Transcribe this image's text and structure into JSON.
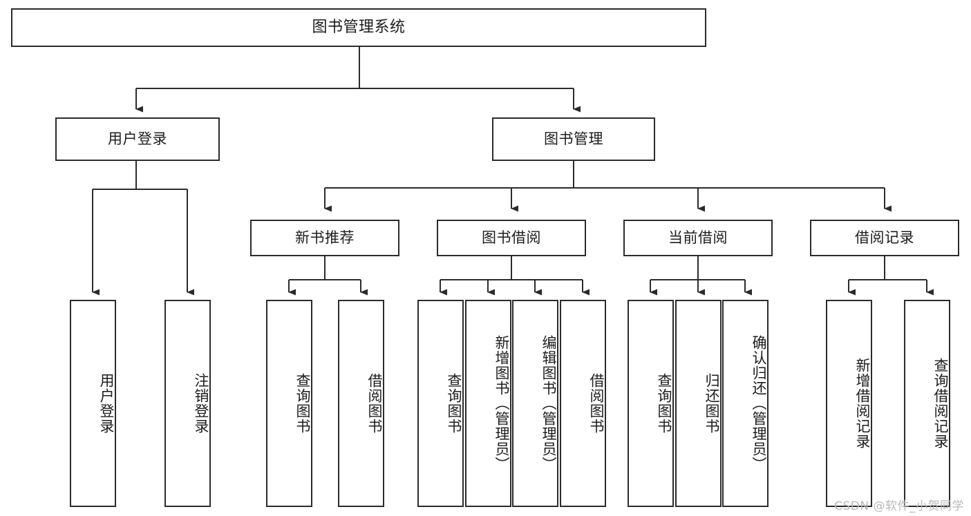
{
  "diagram": {
    "title": "图书管理系统",
    "type": "hierarchy-tree",
    "watermark": "CSDN @软件_小贺同学",
    "colors": {
      "box_border": "#2b2b2b",
      "box_fill": "#ffffff",
      "connector": "#2b2b2b",
      "text": "#1c1c1c",
      "watermark": "#b8b8b8"
    },
    "levels": {
      "root": {
        "label": "图书管理系统"
      },
      "level2": [
        {
          "id": "user-login",
          "label": "用户登录"
        },
        {
          "id": "book-management",
          "label": "图书管理"
        }
      ],
      "level3": [
        {
          "id": "new-book-recommend",
          "label": "新书推荐",
          "parent": "book-management"
        },
        {
          "id": "book-borrow",
          "label": "图书借阅",
          "parent": "book-management"
        },
        {
          "id": "current-borrow",
          "label": "当前借阅",
          "parent": "book-management"
        },
        {
          "id": "borrow-record",
          "label": "借阅记录",
          "parent": "book-management"
        }
      ],
      "leaves": [
        {
          "id": "leaf-user-login",
          "label": "用户登录",
          "parent": "user-login"
        },
        {
          "id": "leaf-logout-login",
          "label": "注销登录",
          "parent": "user-login"
        },
        {
          "id": "leaf-query-book-1",
          "label": "查询图书",
          "parent": "new-book-recommend"
        },
        {
          "id": "leaf-borrow-book-1",
          "label": "借阅图书",
          "parent": "new-book-recommend"
        },
        {
          "id": "leaf-query-book-2",
          "label": "查询图书",
          "parent": "book-borrow"
        },
        {
          "id": "leaf-add-book",
          "label": "新增图书（管理员）",
          "parent": "book-borrow"
        },
        {
          "id": "leaf-edit-book",
          "label": "编辑图书（管理员）",
          "parent": "book-borrow"
        },
        {
          "id": "leaf-borrow-book-2",
          "label": "借阅图书",
          "parent": "book-borrow"
        },
        {
          "id": "leaf-query-book-3",
          "label": "查询图书",
          "parent": "current-borrow"
        },
        {
          "id": "leaf-return-book",
          "label": "归还图书",
          "parent": "current-borrow"
        },
        {
          "id": "leaf-confirm-return",
          "label": "确认归还（管理员）",
          "parent": "current-borrow"
        },
        {
          "id": "leaf-add-record",
          "label": "新增借阅记录",
          "parent": "borrow-record"
        },
        {
          "id": "leaf-query-record",
          "label": "查询借阅记录",
          "parent": "borrow-record"
        }
      ]
    }
  }
}
